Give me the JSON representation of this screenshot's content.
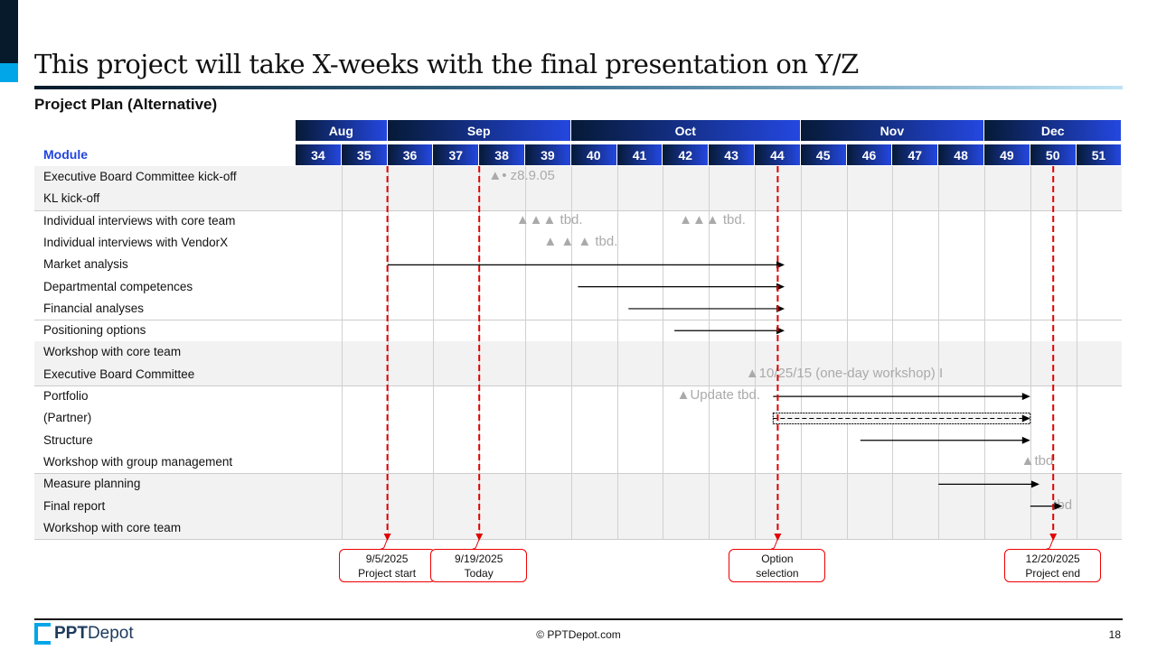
{
  "title": "This project will take X-weeks with the final presentation on Y/Z",
  "subtitle": "Project Plan (Alternative)",
  "module_label": "Module",
  "first_week": 34,
  "months": [
    {
      "label": "Aug",
      "weeks": 2
    },
    {
      "label": "Sep",
      "weeks": 4
    },
    {
      "label": "Oct",
      "weeks": 5
    },
    {
      "label": "Nov",
      "weeks": 4
    },
    {
      "label": "Dec",
      "weeks": 3
    }
  ],
  "weeks": [
    "34",
    "35",
    "36",
    "37",
    "38",
    "39",
    "40",
    "41",
    "42",
    "43",
    "44",
    "45",
    "46",
    "47",
    "48",
    "49",
    "50",
    "51"
  ],
  "rows": [
    "Executive Board Committee kick-off",
    "KL kick-off",
    "Individual interviews with core team",
    "Individual interviews with VendorX",
    "Market analysis",
    "Departmental competences",
    "Financial analyses",
    "Positioning options",
    "Workshop with core team",
    "Executive Board Committee",
    "Portfolio",
    "(Partner)",
    "Structure",
    "Workshop with group management",
    "Measure planning",
    "Final report",
    "Workshop with core team"
  ],
  "bars": [
    {
      "row": 4,
      "start": 36.0,
      "end": 44.65
    },
    {
      "row": 5,
      "start": 40.15,
      "end": 44.65
    },
    {
      "row": 6,
      "start": 41.25,
      "end": 44.65
    },
    {
      "row": 7,
      "start": 42.25,
      "end": 44.65
    },
    {
      "row": 10,
      "start": 44.4,
      "end": 50.0
    },
    {
      "row": 11,
      "start": 44.4,
      "end": 50.0,
      "dashed": true
    },
    {
      "row": 12,
      "start": 46.3,
      "end": 50.0
    },
    {
      "row": 14,
      "start": 48.0,
      "end": 50.2
    },
    {
      "row": 15,
      "start": 50.0,
      "end": 50.7
    }
  ],
  "milestones": [
    {
      "row": 0,
      "week": 38.2,
      "text": "▲• z8.9.05"
    },
    {
      "row": 2,
      "week": 38.8,
      "text": "▲▲▲ tbd."
    },
    {
      "row": 2,
      "week": 42.35,
      "text": "▲▲▲ tbd."
    },
    {
      "row": 3,
      "week": 39.4,
      "text": "▲   ▲   ▲ tbd."
    },
    {
      "row": 9,
      "week": 43.8,
      "text": "▲10/25/15 (one-day workshop) I"
    },
    {
      "row": 10,
      "week": 42.3,
      "text": "▲Update tbd."
    },
    {
      "row": 13,
      "week": 49.8,
      "text": "▲tbd"
    },
    {
      "row": 15,
      "week": 50.5,
      "text": "   tbd"
    }
  ],
  "markers": [
    {
      "week": 36.0,
      "date": "9/5/2025",
      "label": "Project start"
    },
    {
      "week": 38.0,
      "date": "9/19/2025",
      "label": "Today"
    },
    {
      "week": 44.5,
      "date": "Option",
      "label": "selection"
    },
    {
      "week": 50.5,
      "date": "12/20/2025",
      "label": "Project end"
    }
  ],
  "colors": {
    "accent": "#2447e0",
    "marker": "#e00000",
    "milestone": "#aaaaaa"
  },
  "footer": {
    "logo_bold": "PPT",
    "logo_light": "Depot",
    "copyright": "© PPTDepot.com",
    "page": "18"
  }
}
